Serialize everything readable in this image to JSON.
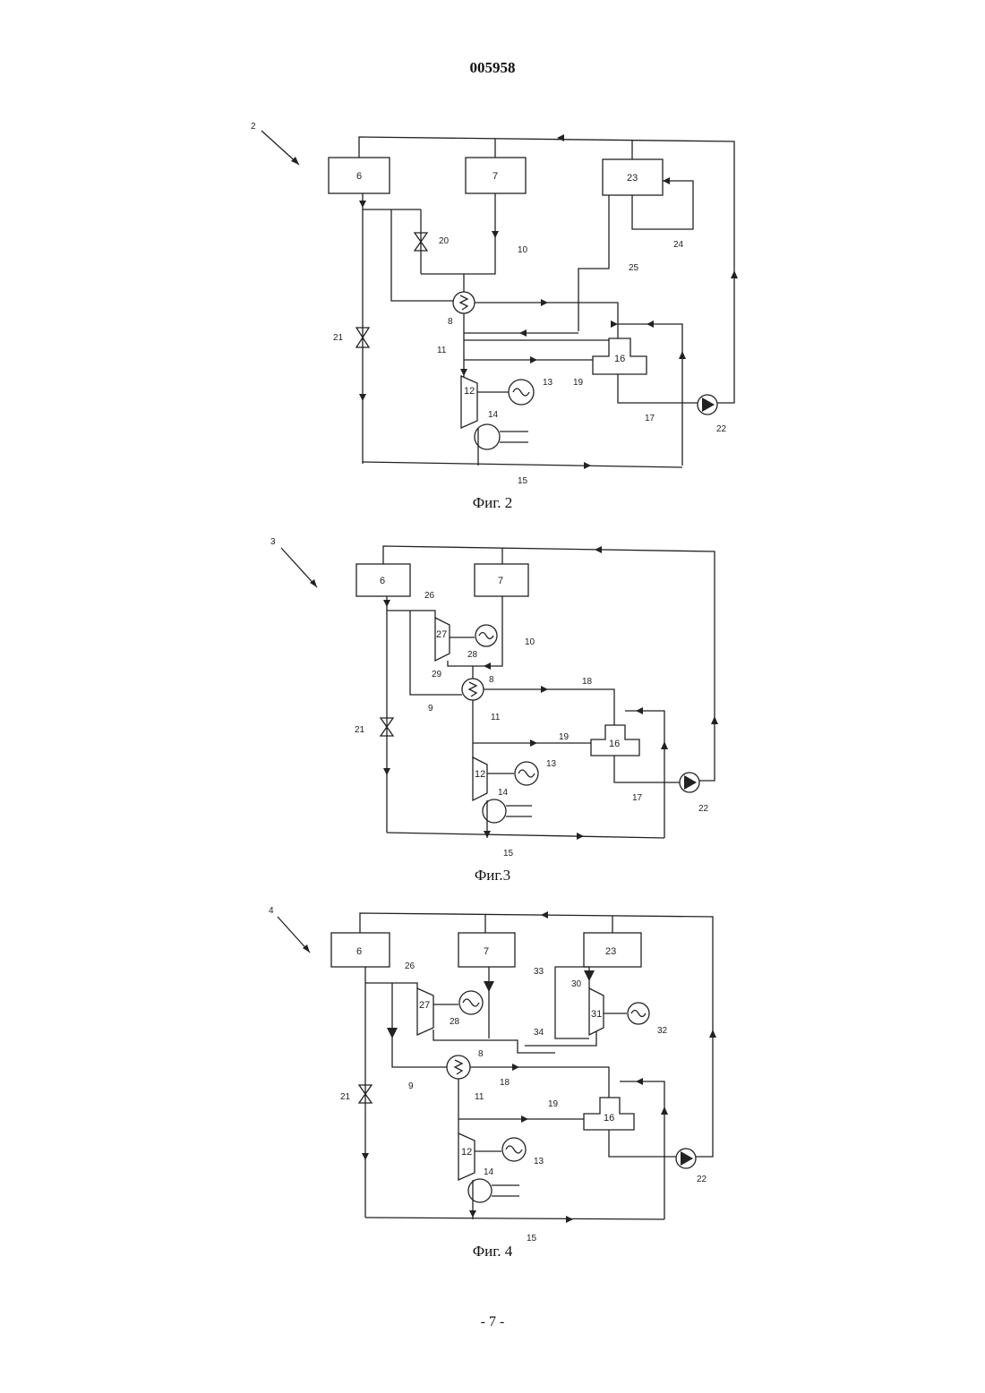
{
  "header": {
    "doc_number": "005958"
  },
  "footer": {
    "page_number": "- 7 -"
  },
  "figures": [
    {
      "caption": "Фиг. 2",
      "ref": "2",
      "boxes": {
        "b6": "6",
        "b7": "7",
        "b23": "23",
        "b16": "16",
        "b12": "12"
      },
      "labels": {
        "l20": "20",
        "l10": "10",
        "l24": "24",
        "l25": "25",
        "l8": "8",
        "l21": "21",
        "l11": "11",
        "l13": "13",
        "l19": "19",
        "l17": "17",
        "l22": "22",
        "l14": "14",
        "l15": "15"
      }
    },
    {
      "caption": "Фиг.3",
      "ref": "3",
      "boxes": {
        "b6": "6",
        "b7": "7",
        "b16": "16",
        "b12": "12",
        "b27": "27"
      },
      "labels": {
        "l26": "26",
        "l28": "28",
        "l10": "10",
        "l29": "29",
        "l8": "8",
        "l18": "18",
        "l9": "9",
        "l21": "21",
        "l11": "11",
        "l19": "19",
        "l13": "13",
        "l14": "14",
        "l17": "17",
        "l22": "22",
        "l15": "15"
      }
    },
    {
      "caption": "Фиг. 4",
      "ref": "4",
      "boxes": {
        "b6": "6",
        "b7": "7",
        "b23": "23",
        "b16": "16",
        "b12": "12",
        "b27": "27",
        "b31": "31"
      },
      "labels": {
        "l26": "26",
        "l33": "33",
        "l30": "30",
        "l28": "28",
        "l32": "32",
        "l34": "34",
        "l8": "8",
        "l18": "18",
        "l9": "9",
        "l21": "21",
        "l11": "11",
        "l19": "19",
        "l13": "13",
        "l14": "14",
        "l22": "22",
        "l15": "15"
      }
    }
  ]
}
